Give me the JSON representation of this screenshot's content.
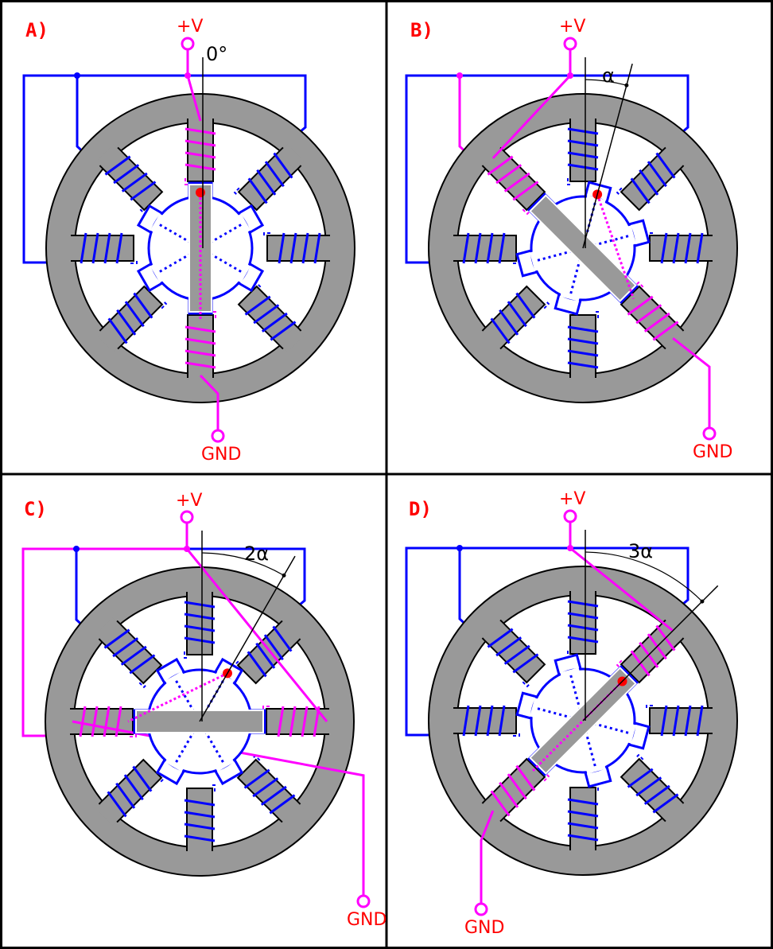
{
  "colors": {
    "stator": "#999999",
    "coil_idle": "#0000ff",
    "coil_active": "#ff00ff",
    "marker": "#ff0000",
    "label": "#ff0000"
  },
  "panels": [
    {
      "label": "A)",
      "vplus": "+V",
      "gnd": "GND",
      "angle_label": "0°",
      "rotor_angle_deg": 0,
      "energized_pole_deg": 0
    },
    {
      "label": "B)",
      "vplus": "+V",
      "gnd": "GND",
      "angle_label": "α",
      "rotor_angle_deg": 15,
      "energized_pole_deg": -45
    },
    {
      "label": "C)",
      "vplus": "+V",
      "gnd": "GND",
      "angle_label": "2α",
      "rotor_angle_deg": 30,
      "energized_pole_deg": 90
    },
    {
      "label": "D)",
      "vplus": "+V",
      "gnd": "GND",
      "angle_label": "3α",
      "rotor_angle_deg": 45,
      "energized_pole_deg": 45
    }
  ]
}
